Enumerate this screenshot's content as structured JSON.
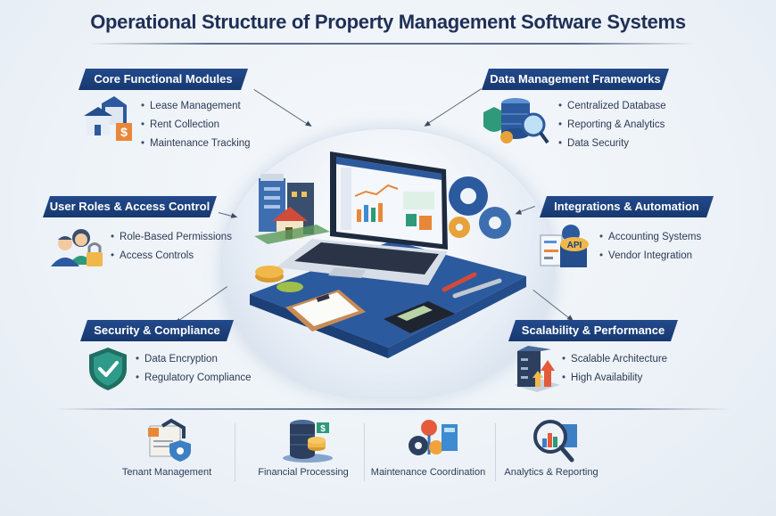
{
  "title": "Operational Structure of Property Management Software Systems",
  "colors": {
    "header_bar": "#1d3f7a",
    "title_text": "#1f2f56",
    "accent_orange": "#e8873a",
    "accent_green": "#2e9a7a",
    "background": "#eef3f8"
  },
  "panels": {
    "core_modules": {
      "heading": "Core Functional Modules",
      "icon": "house-dollar-icon",
      "items": [
        "Lease Management",
        "Rent Collection",
        "Maintenance Tracking"
      ]
    },
    "data_management": {
      "heading": "Data Management Frameworks",
      "icon": "database-shield-magnifier-icon",
      "items": [
        "Centralized Database",
        "Reporting & Analytics",
        "Data Security"
      ]
    },
    "user_roles": {
      "heading": "User Roles & Access Control",
      "icon": "users-lock-icon",
      "items": [
        "Role-Based Permissions",
        "Access Controls"
      ]
    },
    "integrations": {
      "heading": "Integrations & Automation",
      "icon": "api-gear-icon",
      "items": [
        "Accounting Systems",
        "Vendor Integration"
      ]
    },
    "security": {
      "heading": "Security & Compliance",
      "icon": "shield-check-icon",
      "items": [
        "Data Encryption",
        "Regulatory Compliance"
      ]
    },
    "scalability": {
      "heading": "Scalability & Performance",
      "icon": "server-growth-icon",
      "items": [
        "Scalable Architecture",
        "High Availability"
      ]
    }
  },
  "center": {
    "illustration": "laptop-dashboard-on-platform",
    "elements": [
      "buildings",
      "house",
      "laptop-dashboard",
      "gears",
      "coins",
      "clipboard",
      "calculator",
      "wrenches"
    ]
  },
  "bottom_row": [
    {
      "label": "Tenant Management",
      "icon": "tenant-document-icon"
    },
    {
      "label": "Financial Processing",
      "icon": "database-coins-icon"
    },
    {
      "label": "Maintenance Coordination",
      "icon": "gear-tools-icon"
    },
    {
      "label": "Analytics & Reporting",
      "icon": "magnifier-chart-icon"
    }
  ]
}
